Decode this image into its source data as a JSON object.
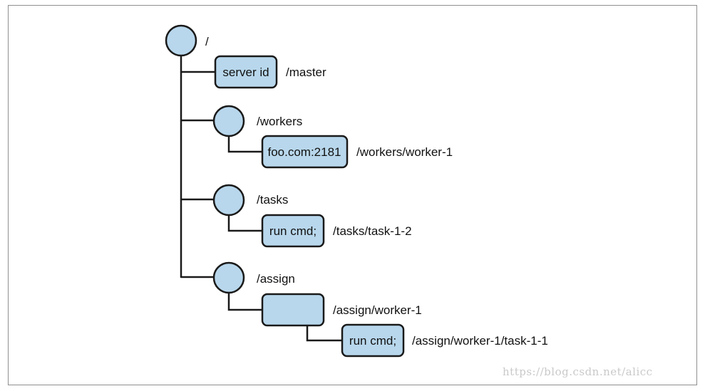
{
  "diagram": {
    "root": {
      "path": "/"
    },
    "master": {
      "box_text": "server id",
      "path": "/master"
    },
    "workers": {
      "path": "/workers",
      "child_box_text": "foo.com:2181",
      "child_path": "/workers/worker-1"
    },
    "tasks": {
      "path": "/tasks",
      "child_box_text": "run cmd;",
      "child_path": "/tasks/task-1-2"
    },
    "assign": {
      "path": "/assign",
      "child_box_text": "",
      "child_path": "/assign/worker-1",
      "grandchild_box_text": "run cmd;",
      "grandchild_path": "/assign/worker-1/task-1-1"
    }
  },
  "watermark": "https://blog.csdn.net/alicc",
  "colors": {
    "node_fill": "#b8d7ec",
    "node_stroke": "#1a1a1a",
    "line": "#1a1a1a",
    "frame": "#8f8f8f"
  }
}
